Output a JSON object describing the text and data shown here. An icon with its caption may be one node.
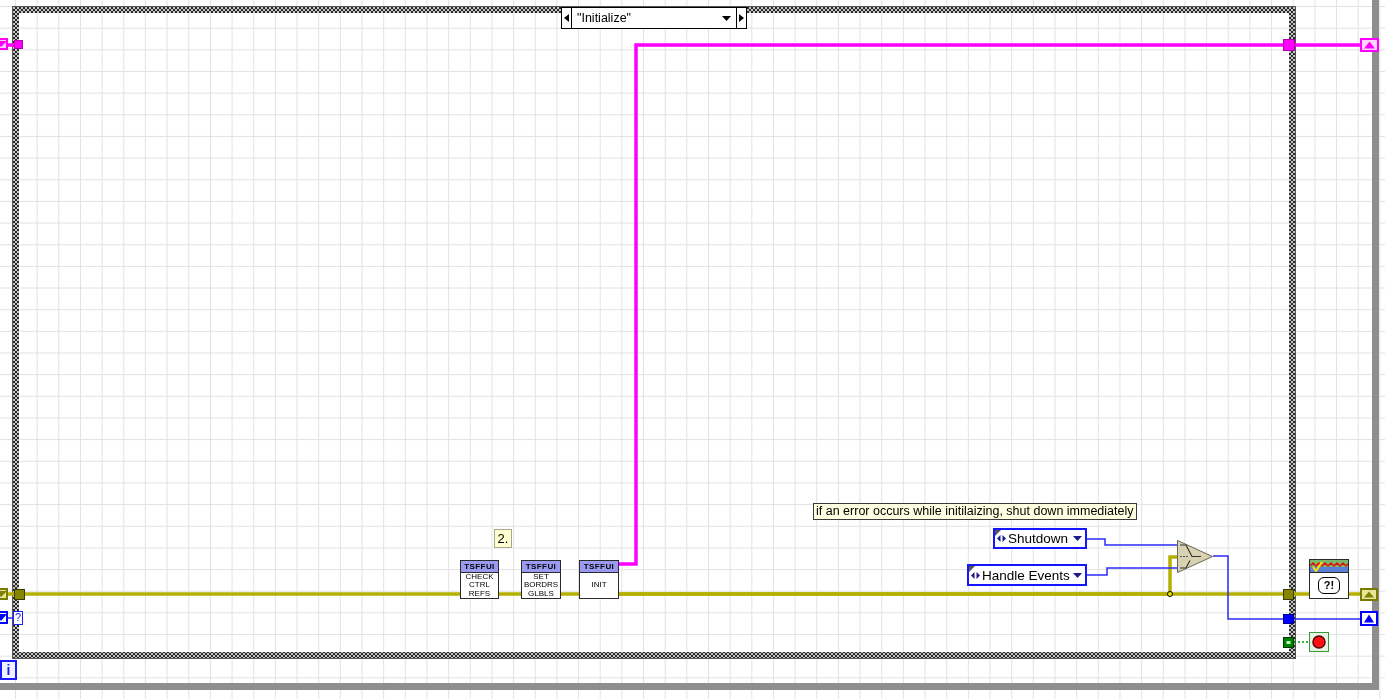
{
  "diagram": {
    "nodes": [
      {
        "text": [
          "\"Initialize\""
        ]
      },
      {
        "text": [
          "2."
        ],
        "in": 0
      },
      {
        "text": [
          "TSFFUI",
          "CHECK CTRL REFS"
        ],
        "in": 0
      },
      {
        "text": [
          "TSFFUI",
          "SET BORDRS GLBLS"
        ],
        "in": 0
      },
      {
        "text": [
          "TSFFUI",
          "INIT"
        ],
        "in": 0
      },
      {
        "text": [
          "if an error occurs while initilaizing, shut down immediately"
        ],
        "in": 0
      },
      {
        "text": [
          "Shutdown"
        ],
        "in": 0
      },
      {
        "text": [
          "Handle Events"
        ],
        "in": 0
      },
      {
        "text": [],
        "shape": "triangle",
        "in": 0
      },
      {
        "text": [],
        "shape": "box"
      },
      {
        "text": [],
        "shape": "box",
        "in": 0
      },
      {
        "text": [],
        "shape": "box",
        "in": 0
      },
      {
        "text": [],
        "shape": "box"
      },
      {
        "text": [],
        "shape": "box"
      },
      {
        "text": [],
        "shape": "box",
        "in": 0
      },
      {
        "text": [],
        "shape": "box",
        "in": 0
      },
      {
        "text": [
          "?!"
        ]
      },
      {
        "text": [],
        "shape": "box"
      },
      {
        "text": [],
        "shape": "box"
      },
      {
        "text": [
          "?"
        ],
        "in": 0
      },
      {
        "text": [],
        "shape": "box",
        "in": 0
      },
      {
        "text": [],
        "shape": "box"
      },
      {
        "text": [],
        "shape": "box",
        "in": 0
      },
      {
        "text": [],
        "shape": "picture"
      },
      {
        "text": [
          "i"
        ]
      }
    ],
    "edges": [
      {
        "from": 9,
        "to": 10,
        "arrow": "none",
        "color": "#ff00ff"
      },
      {
        "from": 4,
        "to": 11,
        "arrow": "none",
        "color": "#ff00ff"
      },
      {
        "from": 11,
        "to": 12,
        "arrow": "none",
        "color": "#ff00ff"
      },
      {
        "from": 13,
        "to": 14,
        "arrow": "none"
      },
      {
        "from": 14,
        "to": 2,
        "arrow": "none"
      },
      {
        "from": 2,
        "to": 3,
        "arrow": "none"
      },
      {
        "from": 3,
        "to": 4,
        "arrow": "none"
      },
      {
        "from": 4,
        "to": 15,
        "arrow": "none"
      },
      {
        "from": 4,
        "to": 8,
        "arrow": "none"
      },
      {
        "from": 15,
        "to": 16,
        "arrow": "none"
      },
      {
        "from": 16,
        "to": 17,
        "arrow": "none"
      },
      {
        "from": 18,
        "to": 19,
        "arrow": "none",
        "color": "#2b2bff"
      },
      {
        "from": 6,
        "to": 8,
        "arrow": "none",
        "color": "#2b2bff"
      },
      {
        "from": 7,
        "to": 8,
        "arrow": "none",
        "color": "#2b2bff"
      },
      {
        "from": 8,
        "to": 20,
        "arrow": "none",
        "color": "#2b2bff"
      },
      {
        "from": 20,
        "to": 21,
        "arrow": "none",
        "color": "#2b2bff"
      },
      {
        "from": 22,
        "to": 23,
        "arrow": "none",
        "style": "dashed",
        "color": "#00a000"
      }
    ]
  }
}
